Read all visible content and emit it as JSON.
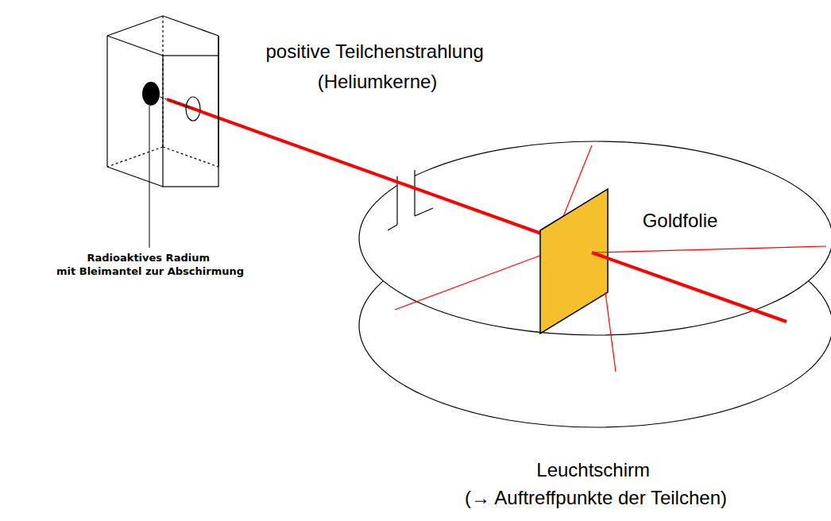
{
  "diagram": {
    "labels": [
      "positive Teilchenstrahlung (Heliumkerne)",
      "Radioaktives Radium mit Bleimantel zur Abschirmung",
      "Goldfolie",
      "Leuchtschirm (→ Auftreffpunkte der Teilchen)"
    ]
  }
}
